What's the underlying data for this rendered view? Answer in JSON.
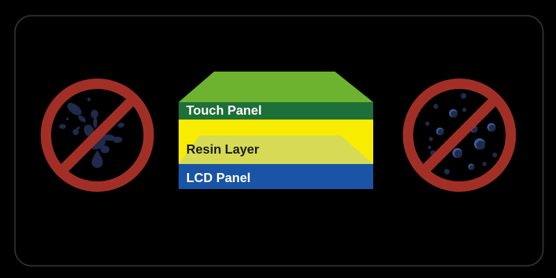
{
  "frame": {
    "background": "#000000",
    "border_color": "#303030"
  },
  "stack": {
    "top_surface_color": "#6db32f",
    "layers": [
      {
        "label": "Touch Panel",
        "color": "#1d7038",
        "text_color": "#ffffff"
      },
      {
        "label": "Resin Layer",
        "color": "#f8ec00",
        "overlay_color": "#d6da55",
        "text_color": "#1d1d12"
      },
      {
        "label": "LCD Panel",
        "color": "#1954a6",
        "text_color": "#ffffff"
      }
    ]
  },
  "signs": {
    "ring_color": "#a22f26",
    "left": {
      "icon": "no-liquid-splash-icon",
      "splash_color": "#1f2a4c"
    },
    "right": {
      "icon": "no-dust-particles-icon",
      "particle_color": "#1f2a4c",
      "particle_highlight_color": "#3a5a96"
    }
  }
}
